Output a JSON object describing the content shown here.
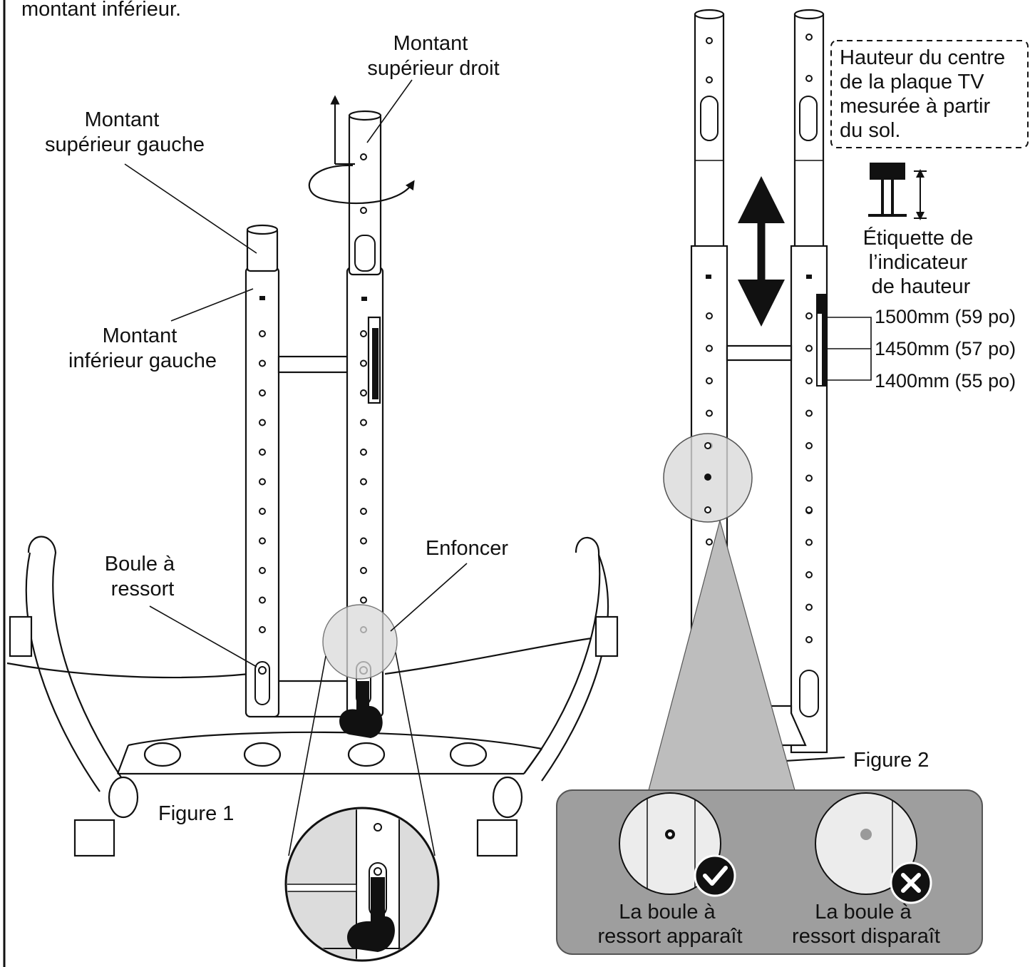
{
  "intro_text_fragment": "montant inférieur.",
  "figure1": {
    "caption": "Figure 1",
    "labels": {
      "upper_right_post": [
        "Montant",
        "supérieur droit"
      ],
      "upper_left_post": [
        "Montant",
        "supérieur gauche"
      ],
      "lower_left_post": [
        "Montant",
        "inférieur gauche"
      ],
      "spring_ball": [
        "Boule à",
        "ressort"
      ],
      "press_in": "Enfoncer"
    }
  },
  "figure2": {
    "caption": "Figure 2",
    "note_box": [
      "Hauteur du centre",
      "de la plaque TV",
      "mesurée à partir",
      "du sol."
    ],
    "height_label": [
      "Étiquette de",
      "l’indicateur",
      "de hauteur"
    ],
    "heights": [
      "1500mm (59 po)",
      "1450mm (57 po)",
      "1400mm (55 po)"
    ]
  },
  "result_panel": {
    "ok": {
      "caption": [
        "La boule à",
        "ressort apparaît"
      ],
      "icon": "check-icon"
    },
    "bad": {
      "caption": [
        "La boule à",
        "ressort disparaît"
      ],
      "icon": "cross-icon"
    }
  },
  "colors": {
    "ink": "#111111",
    "panel": "#9e9e9e",
    "lens": "#dcdcdc"
  }
}
